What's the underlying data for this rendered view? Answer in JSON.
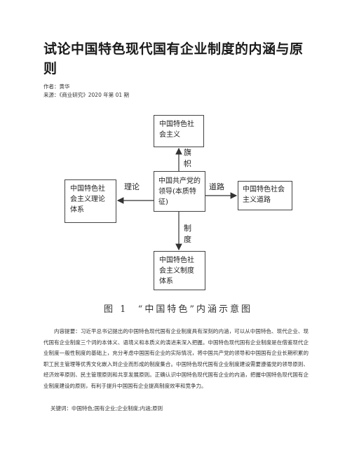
{
  "article": {
    "title": "试论中国特色现代国有企业制度的内涵与原则",
    "author": "作者：黄华",
    "source": "来源：《商业研究》2020 年第 01 期"
  },
  "figure": {
    "boxes": {
      "top": "中国特色社会主义",
      "center": "中国共产党的领导(本质特征)",
      "left": "中国特色社会主义理论体系",
      "right": "中国特色社会主义道路",
      "bottom": "中国特色社会主义制度体系"
    },
    "edge_labels": {
      "up": "旗帜",
      "left": "理论",
      "right": "道路",
      "down": "制度"
    },
    "caption": "图 1  “中国特色”内涵示意图"
  },
  "abstract": "内容提要：习近平总书记提出的中国特色现代国有企业制度具有深刻的内涵，可以从中国特色、现代企业、现代国有企业制度三个词的本体义、语境义和本质义的演进来深入把握。中国特色现代国有企业制度是在借鉴现代企业制度一般性制度的基础上，充分考虑中国国有企业的实际情况，将中国共产党的领导和中国国有企业长期积累的职工民主管理等优秀文化嵌入到企业而形成的制度集合。中国特色现代国有企业制度建设需要遵循党的领导原则、经济效率原则、民主管理原则和共享发展原则。正确认识中国特色现代国有企业的内涵，把握中国特色现代国有企业制度建设的原则，有利于提升中国国有企业提高制度效率和竞争力。",
  "keywords": "关键词：中国特色;国有企业;企业制度;内涵;原则"
}
